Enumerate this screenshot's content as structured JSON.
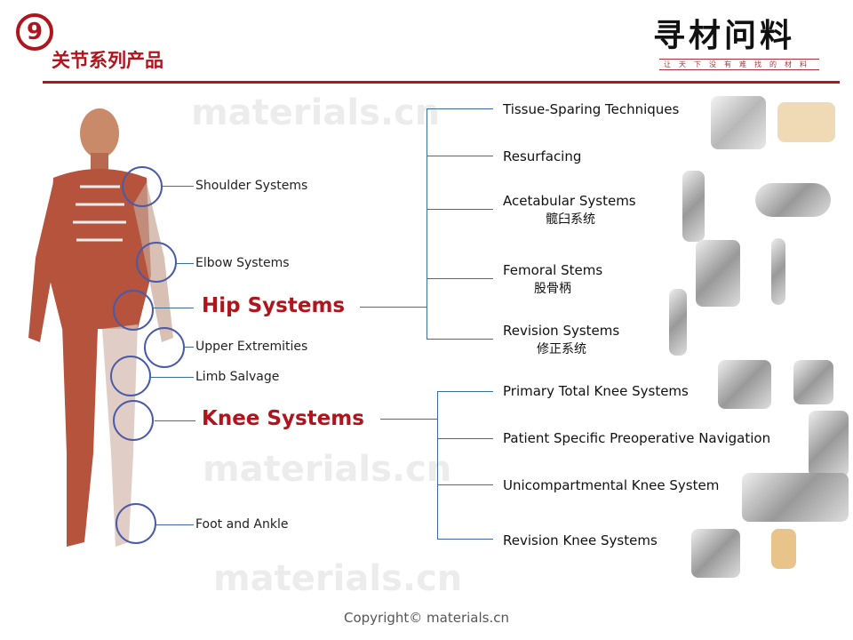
{
  "header": {
    "number": "9",
    "title": "关节系列产品",
    "logo": "寻材问料",
    "tagline": "让天下没有难找的材料"
  },
  "watermark": "materials.cn",
  "body_labels": [
    "Shoulder Systems",
    "Elbow Systems",
    "Upper Extremities",
    "Limb Salvage",
    "Foot and Ankle"
  ],
  "hip": {
    "label": "Hip Systems",
    "items": [
      {
        "en": "Tissue-Sparing Techniques",
        "cn": ""
      },
      {
        "en": "Resurfacing",
        "cn": ""
      },
      {
        "en": "Acetabular Systems",
        "cn": "髋臼系统"
      },
      {
        "en": "Femoral Stems",
        "cn": "股骨柄"
      },
      {
        "en": "Revision Systems",
        "cn": "修正系统"
      }
    ]
  },
  "knee": {
    "label": "Knee Systems",
    "items": [
      {
        "en": "Primary Total Knee Systems"
      },
      {
        "en": "Patient Specific Preoperative Navigation"
      },
      {
        "en": "Unicompartmental Knee System"
      },
      {
        "en": "Revision Knee Systems"
      }
    ]
  },
  "footer": "Copyright© materials.cn"
}
